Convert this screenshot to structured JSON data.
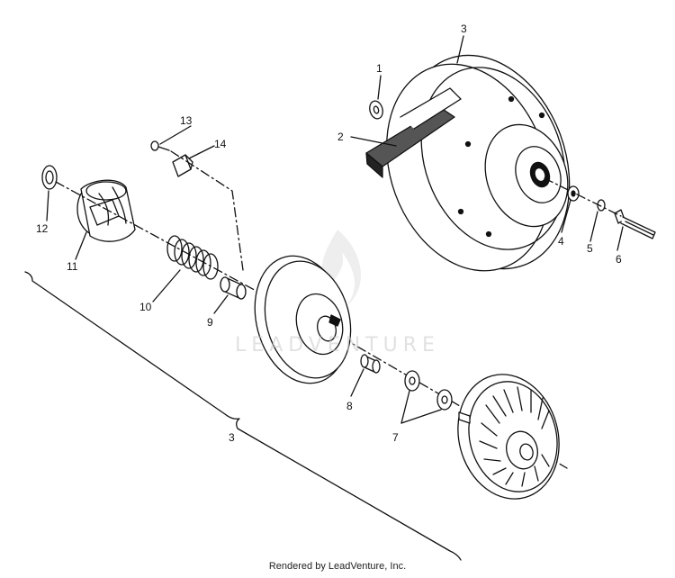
{
  "callouts": {
    "c1": "1",
    "c2": "2",
    "c3_top": "3",
    "c4": "4",
    "c5": "5",
    "c6": "6",
    "c7": "7",
    "c8": "8",
    "c9": "9",
    "c10": "10",
    "c11": "11",
    "c12": "12",
    "c13": "13",
    "c14": "14",
    "c3_bottom": "3"
  },
  "watermark": "LEADVENTURE",
  "footer": "Rendered by LeadVenture, Inc."
}
